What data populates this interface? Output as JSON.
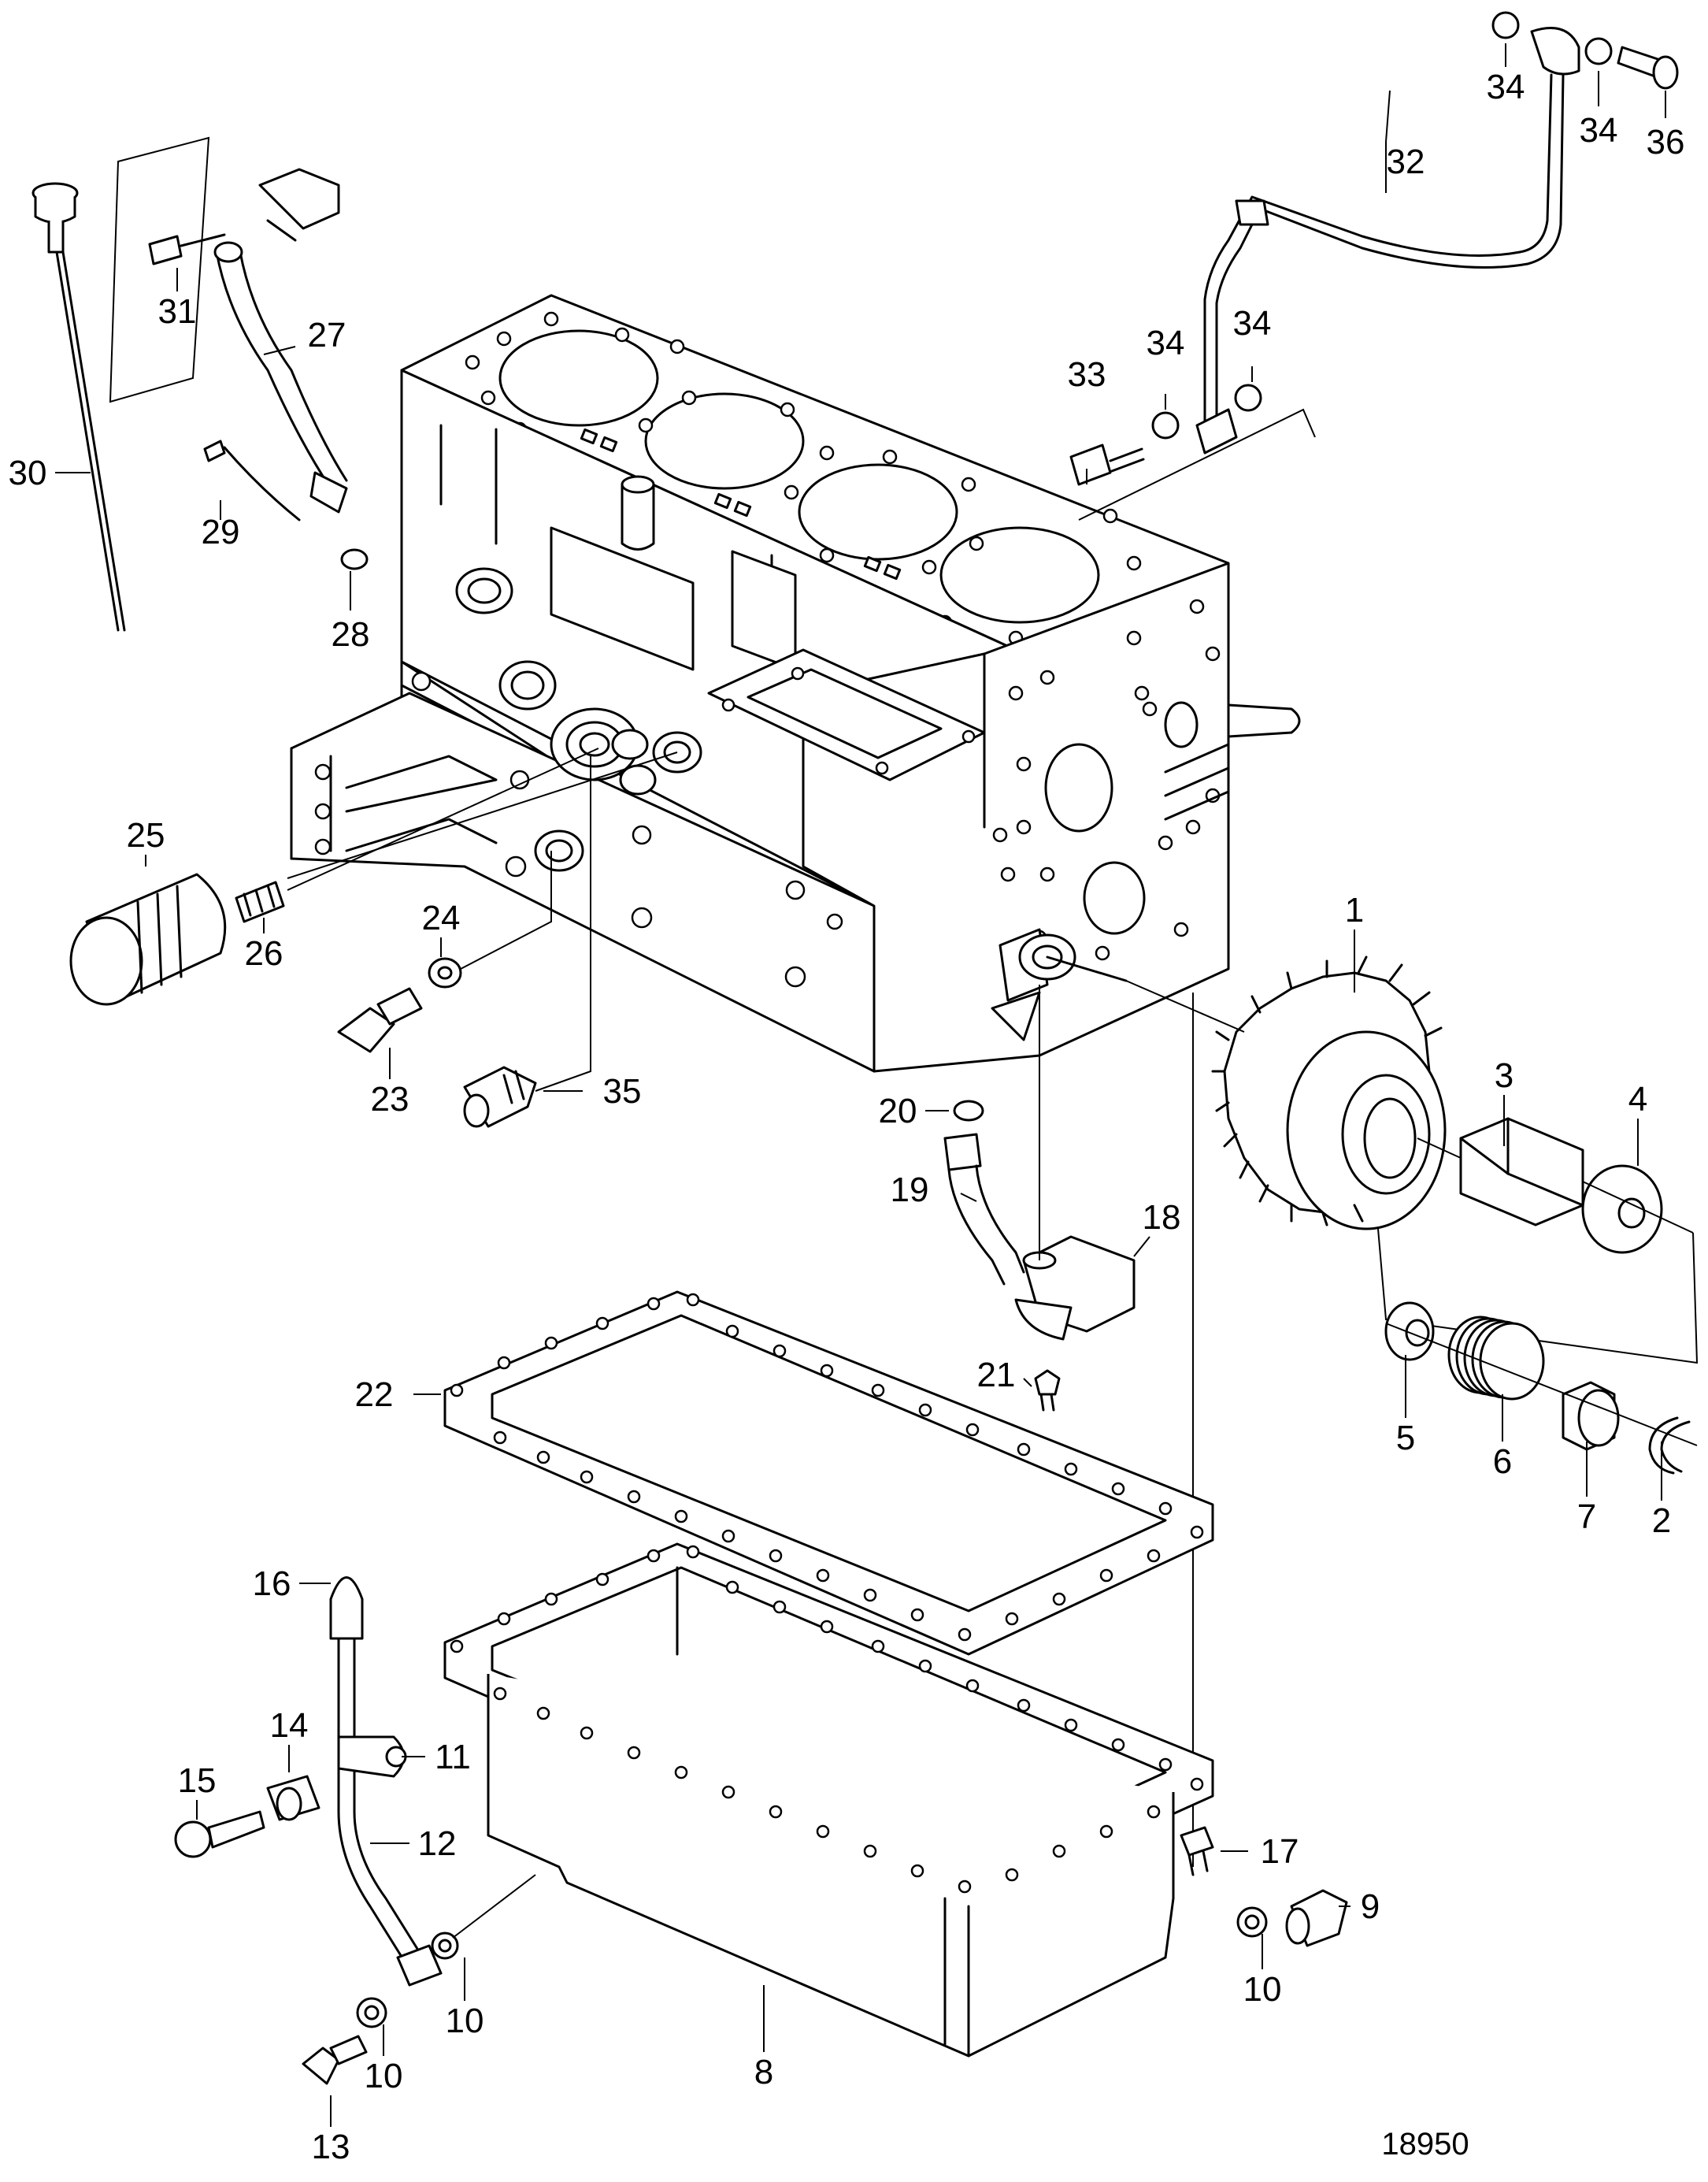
{
  "drawing_number": "18950",
  "callouts": [
    {
      "id": "c1",
      "label": "1"
    },
    {
      "id": "c2",
      "label": "2"
    },
    {
      "id": "c3",
      "label": "3"
    },
    {
      "id": "c4",
      "label": "4"
    },
    {
      "id": "c5",
      "label": "5"
    },
    {
      "id": "c6",
      "label": "6"
    },
    {
      "id": "c7",
      "label": "7"
    },
    {
      "id": "c8",
      "label": "8"
    },
    {
      "id": "c9",
      "label": "9"
    },
    {
      "id": "c10a",
      "label": "10"
    },
    {
      "id": "c10b",
      "label": "10"
    },
    {
      "id": "c10c",
      "label": "10"
    },
    {
      "id": "c11",
      "label": "11"
    },
    {
      "id": "c12",
      "label": "12"
    },
    {
      "id": "c13",
      "label": "13"
    },
    {
      "id": "c14",
      "label": "14"
    },
    {
      "id": "c15",
      "label": "15"
    },
    {
      "id": "c16",
      "label": "16"
    },
    {
      "id": "c17",
      "label": "17"
    },
    {
      "id": "c18",
      "label": "18"
    },
    {
      "id": "c19",
      "label": "19"
    },
    {
      "id": "c20",
      "label": "20"
    },
    {
      "id": "c21",
      "label": "21"
    },
    {
      "id": "c22",
      "label": "22"
    },
    {
      "id": "c23",
      "label": "23"
    },
    {
      "id": "c24",
      "label": "24"
    },
    {
      "id": "c25",
      "label": "25"
    },
    {
      "id": "c26",
      "label": "26"
    },
    {
      "id": "c27",
      "label": "27"
    },
    {
      "id": "c28",
      "label": "28"
    },
    {
      "id": "c29",
      "label": "29"
    },
    {
      "id": "c30",
      "label": "30"
    },
    {
      "id": "c31",
      "label": "31"
    },
    {
      "id": "c32",
      "label": "32"
    },
    {
      "id": "c33",
      "label": "33"
    },
    {
      "id": "c34a",
      "label": "34"
    },
    {
      "id": "c34b",
      "label": "34"
    },
    {
      "id": "c34c",
      "label": "34"
    },
    {
      "id": "c34d",
      "label": "34"
    },
    {
      "id": "c35",
      "label": "35"
    },
    {
      "id": "c36",
      "label": "36"
    }
  ]
}
